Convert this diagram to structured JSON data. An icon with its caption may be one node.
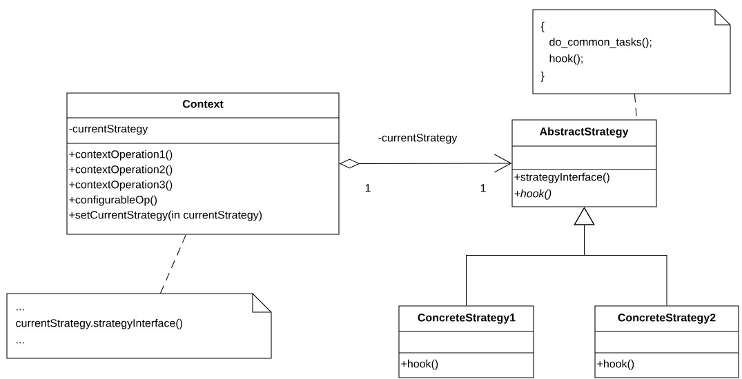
{
  "diagram": {
    "nodes": [
      {
        "text": [
          "Context",
          "-currentStrategy",
          "+contextOperation1()",
          "+contextOperation2()",
          "+contextOperation3()",
          "+configurableOp()",
          "+setCurrentStrategy(in currentStrategy)"
        ]
      },
      {
        "text": [
          "AbstractStrategy",
          "+strategyInterface()",
          "+hook()"
        ]
      },
      {
        "text": [
          "{",
          "do_common_tasks();",
          "hook();",
          "}"
        ]
      },
      {
        "text": [
          "ConcreteStrategy1",
          "+hook()"
        ]
      },
      {
        "text": [
          "ConcreteStrategy2",
          "+hook()"
        ]
      },
      {
        "text": [
          "...",
          "currentStrategy.strategyInterface()",
          "..."
        ]
      }
    ],
    "edges": [
      {
        "from": 0,
        "to": 1,
        "arrow": "to",
        "label": "-currentStrategy"
      },
      {
        "from": 3,
        "to": 1,
        "arrow": "to"
      },
      {
        "from": 4,
        "to": 1,
        "arrow": "to"
      },
      {
        "from": 2,
        "to": 1,
        "arrow": "none",
        "style": "dashed"
      },
      {
        "from": 5,
        "to": 0,
        "arrow": "none",
        "style": "dashed"
      }
    ],
    "labels": [
      "1",
      "1"
    ]
  }
}
